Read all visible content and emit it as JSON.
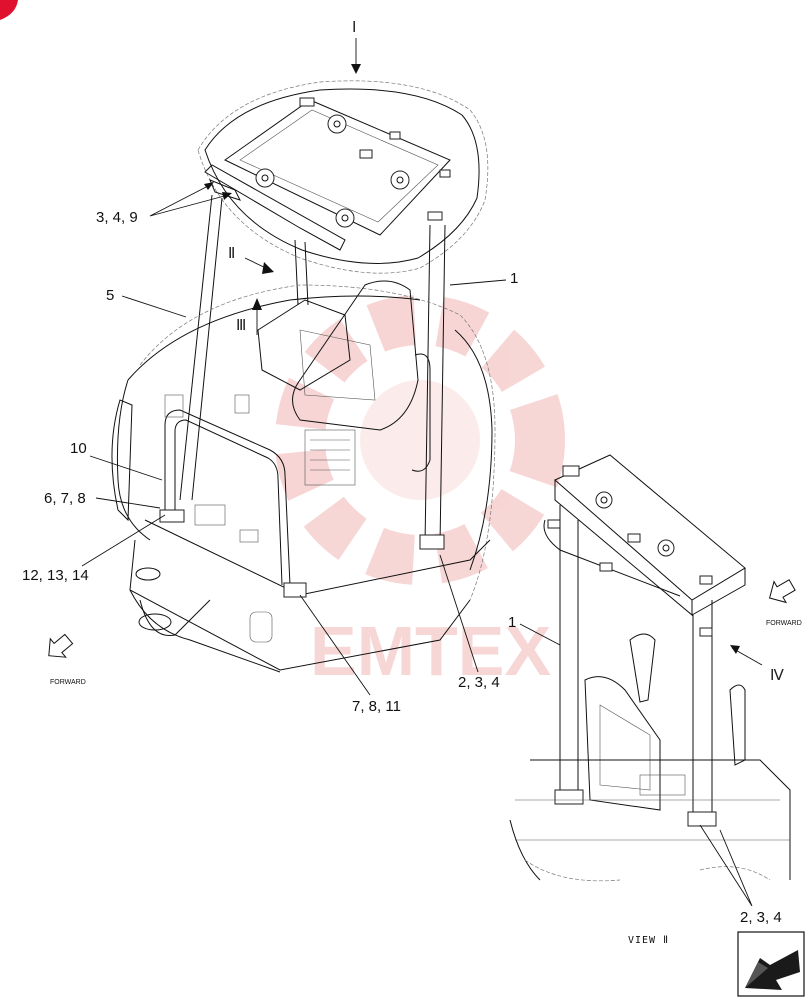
{
  "colors": {
    "corner_mark": "#e0102f",
    "watermark": "#f2b6b6",
    "line": "#111111"
  },
  "view_markers": {
    "top": "Ⅰ",
    "side_a": "Ⅱ",
    "side_b": "Ⅲ",
    "right": "Ⅳ"
  },
  "callouts": {
    "c1": "3, 4, 9",
    "c2": "1",
    "c3": "5",
    "c4": "10",
    "c5": "6, 7, 8",
    "c6": "12, 13, 14",
    "c7": "2, 3, 4",
    "c8": "7, 8, 11",
    "c9": "1",
    "c10": "2, 3, 4"
  },
  "forward_labels": {
    "left": "FORWARD",
    "right": "FORWARD"
  },
  "view_title": "VIEW Ⅱ",
  "watermark_text": "EMTEX",
  "icons": [
    "forward-arrow-icon",
    "navigation-arrow-icon",
    "gear-watermark-icon"
  ]
}
